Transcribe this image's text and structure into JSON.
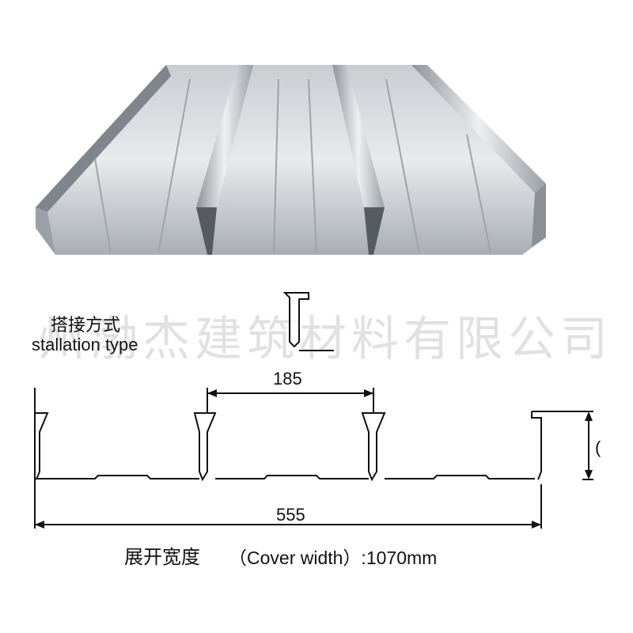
{
  "install": {
    "label_cn": "搭接方式",
    "label_en": "stallation type"
  },
  "dimensions": {
    "rib_spacing": "185",
    "panel_span": "555",
    "height_partial": "("
  },
  "cover_width": {
    "label_cn": "展开宽度",
    "label_en": "（Cover width）:1070mm"
  },
  "watermark": {
    "text": "州渤杰建筑材料有限公司"
  },
  "colors": {
    "steel_light": "#dfe2e6",
    "steel_mid": "#b4b9bf",
    "steel_dark": "#7f858c",
    "line": "#111111"
  }
}
